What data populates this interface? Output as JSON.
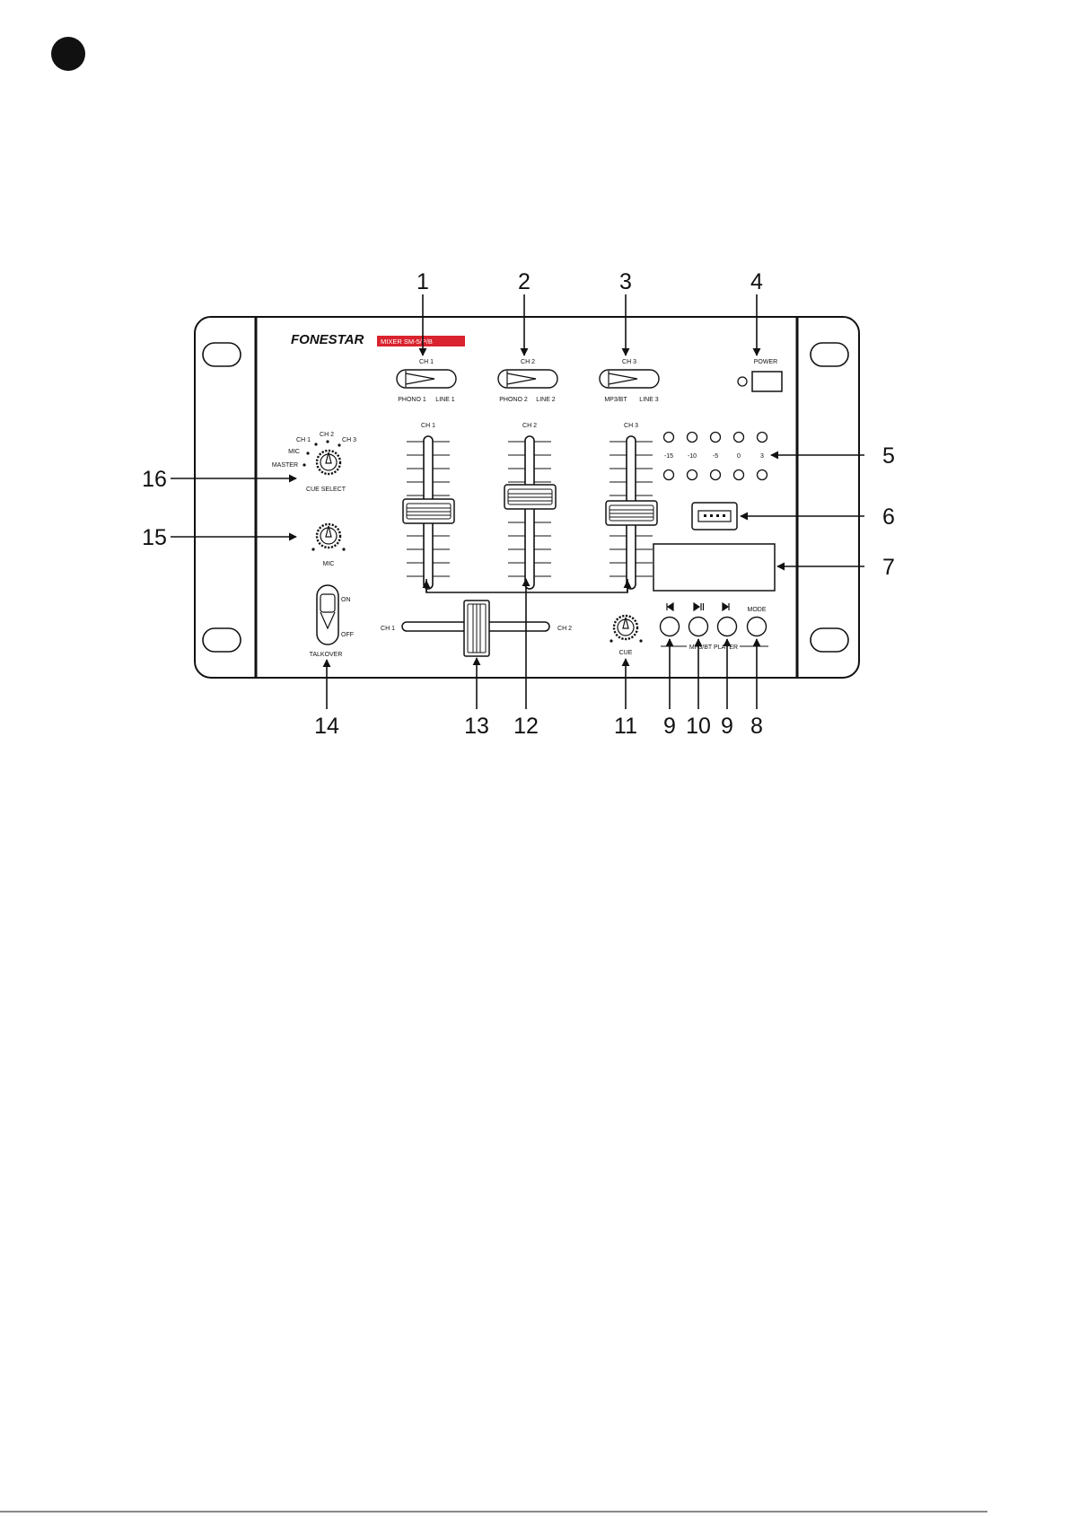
{
  "device": {
    "brand": "FONESTAR",
    "model_tag": "MIXER SM-5/P/B",
    "colors": {
      "ink": "#111111",
      "brand_tag_bg": "#d9232e",
      "page_bg": "#ffffff"
    }
  },
  "input_selectors": [
    {
      "title": "CH 1",
      "left": "PHONO 1",
      "right": "LINE 1"
    },
    {
      "title": "CH 2",
      "left": "PHONO 2",
      "right": "LINE 2"
    },
    {
      "title": "CH 3",
      "left": "MP3/BT",
      "right": "LINE 3"
    }
  ],
  "power_label": "POWER",
  "channel_faders": [
    "CH 1",
    "CH 2",
    "CH 3"
  ],
  "vu_meter_labels": [
    "-15",
    "-10",
    "-5",
    "0",
    "3"
  ],
  "cue_select": {
    "label": "CUE SELECT",
    "positions": [
      "MASTER",
      "MIC",
      "CH 1",
      "CH 2",
      "CH 3"
    ]
  },
  "mic_label": "MIC",
  "talkover": {
    "label": "TALKOVER",
    "on": "ON",
    "off": "OFF"
  },
  "crossfader": {
    "left": "CH 1",
    "right": "CH 2"
  },
  "cue_label": "CUE",
  "player": {
    "label": "MP3/BT PLAYER",
    "buttons": [
      {
        "icon": "previous-icon"
      },
      {
        "icon": "play-pause-icon"
      },
      {
        "icon": "next-icon"
      },
      {
        "label": "MODE"
      }
    ]
  },
  "callouts": [
    "1",
    "2",
    "3",
    "4",
    "5",
    "6",
    "7",
    "8",
    "9",
    "10",
    "9",
    "11",
    "12",
    "13",
    "14",
    "15",
    "16"
  ]
}
